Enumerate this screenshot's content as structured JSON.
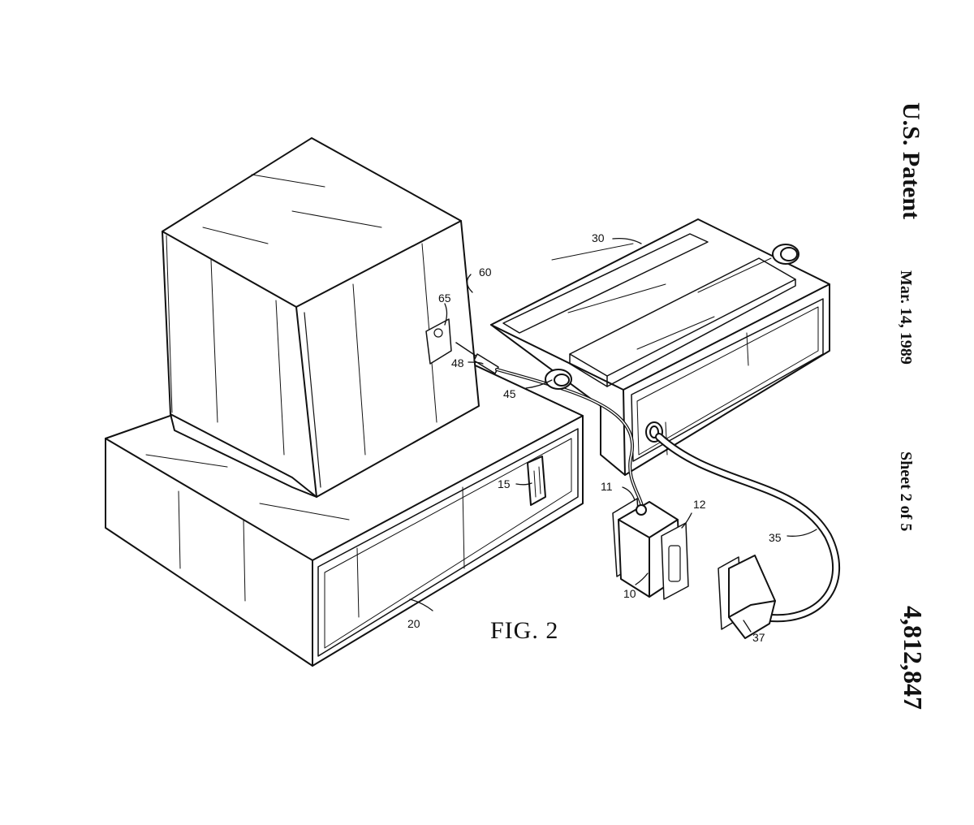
{
  "header": {
    "title": "U.S. Patent",
    "date": "Mar. 14, 1989",
    "sheet": "Sheet 2 of 5",
    "patent_number": "4,812,847"
  },
  "figure": {
    "caption": "FIG. 2"
  },
  "refs": {
    "monitor": "60",
    "plate": "65",
    "plug": "48",
    "cable": "45",
    "printer": "30",
    "computer": "20",
    "port": "15",
    "adapter": "10",
    "adapter_jack": "11",
    "adapter_connector": "12",
    "printer_cable": "35",
    "printer_plug": "37"
  }
}
